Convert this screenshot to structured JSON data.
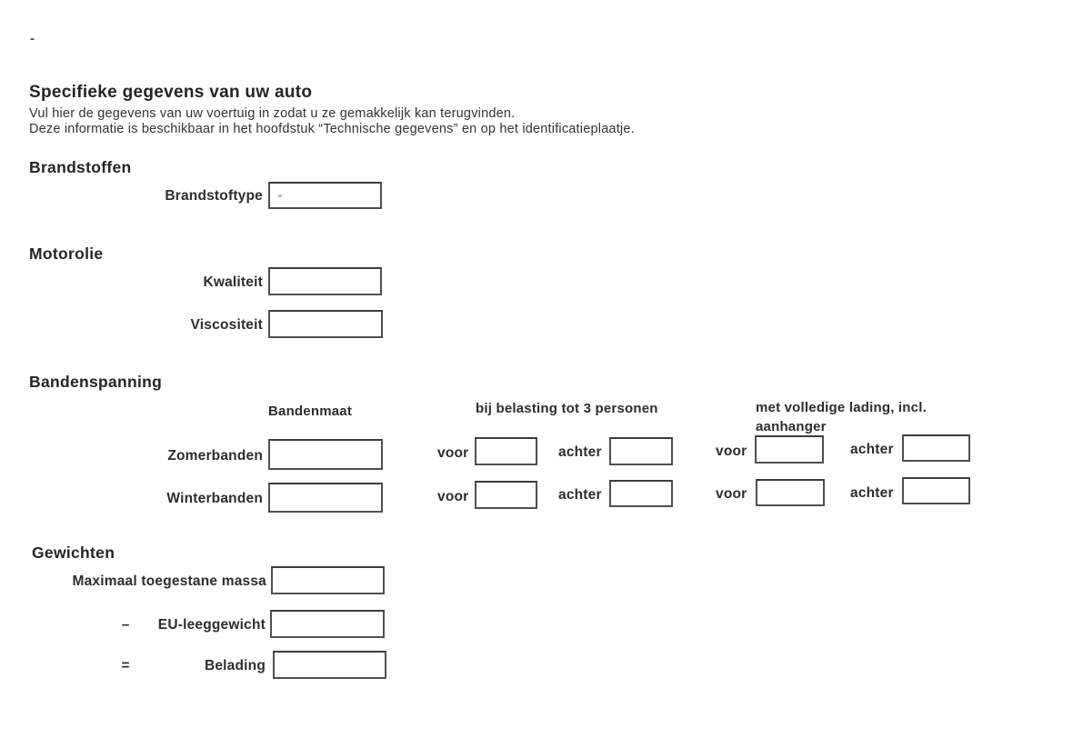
{
  "page": {
    "corner_mark": "-",
    "title": "Specifieke gegevens van uw auto",
    "intro_line1": "Vul hier de gegevens van uw voertuig in zodat u ze gemakkelijk kan terugvinden.",
    "intro_line2": "Deze informatie is beschikbaar in het hoofdstuk “Technische gegevens” en op het identificatieplaatje."
  },
  "brandstoffen": {
    "heading": "Brandstoffen",
    "brandstoftype_label": "Brandstoftype",
    "brandstoftype_value": ""
  },
  "motorolie": {
    "heading": "Motorolie",
    "kwaliteit_label": "Kwaliteit",
    "kwaliteit_value": "",
    "viscositeit_label": "Viscositeit",
    "viscositeit_value": ""
  },
  "bandenspanning": {
    "heading": "Bandenspanning",
    "col_bandenmaat": "Bandenmaat",
    "col_belasting": "bij belasting tot 3 personen",
    "col_lading_line1": "met volledige lading, incl.",
    "col_lading_line2": "aanhanger",
    "voor_label": "voor",
    "achter_label": "achter",
    "rows": [
      {
        "label": "Zomerbanden",
        "bandenmaat": "",
        "belasting_voor": "",
        "belasting_achter": "",
        "lading_voor": "",
        "lading_achter": ""
      },
      {
        "label": "Winterbanden",
        "bandenmaat": "",
        "belasting_voor": "",
        "belasting_achter": "",
        "lading_voor": "",
        "lading_achter": ""
      }
    ]
  },
  "gewichten": {
    "heading": "Gewichten",
    "rows": [
      {
        "operator": "",
        "label": "Maximaal toegestane massa",
        "value": ""
      },
      {
        "operator": "–",
        "label": "EU-leeggewicht",
        "value": ""
      },
      {
        "operator": "=",
        "label": "Belading",
        "value": ""
      }
    ]
  }
}
